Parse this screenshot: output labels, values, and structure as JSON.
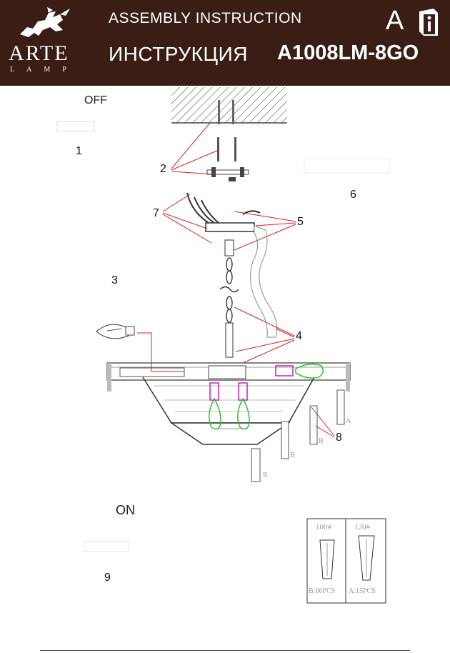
{
  "header": {
    "brand_name": "ARTE",
    "brand_sub": "LAMP",
    "title_en": "ASSEMBLY INSTRUCTION",
    "title_ru": "ИНСТРУКЦИЯ",
    "model": "A1008LM-8GO",
    "badge_letter": "A",
    "info_icon": "info-book-icon"
  },
  "labels": {
    "off": "OFF",
    "on": "ON"
  },
  "callouts": [
    "1",
    "2",
    "3",
    "4",
    "5",
    "6",
    "7",
    "8",
    "9"
  ],
  "crystal_table": {
    "left": {
      "code": "100#",
      "count": "B:66PCS"
    },
    "right": {
      "code": "120#",
      "count": "A:15PCS"
    }
  },
  "colors": {
    "header_bg": "#3a1e16",
    "leader_red": "#d42020",
    "bulb_green": "#22c022",
    "socket_magenta": "#c020c0"
  }
}
